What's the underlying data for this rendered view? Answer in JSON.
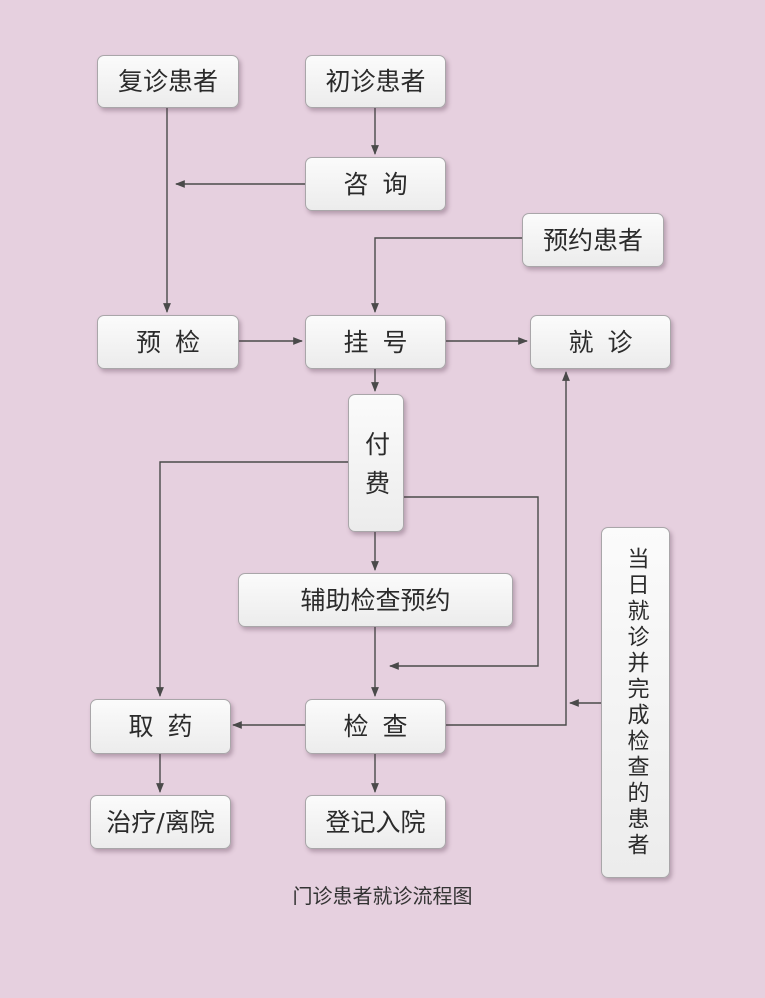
{
  "nodes": {
    "revisit_patient": "复诊患者",
    "first_visit_patient": "初诊患者",
    "consultation": "咨询",
    "appointment_patient": "预约患者",
    "pre_check": "预检",
    "registration": "挂号",
    "diagnosis": "就诊",
    "payment": "付费",
    "auxiliary_exam_booking": "辅助检查预约",
    "exam": "检查",
    "medicine_pickup": "取药",
    "treatment_discharge": "治疗/离院",
    "admission": "登记入院",
    "same_day_patients": "当日就诊并完成检查的患者"
  },
  "caption": "门诊患者就诊流程图",
  "colors": {
    "background": "#e6d0df",
    "box_fill": "#f5f5f5",
    "box_border": "#a9a6a9",
    "line": "#4a4a4a"
  }
}
